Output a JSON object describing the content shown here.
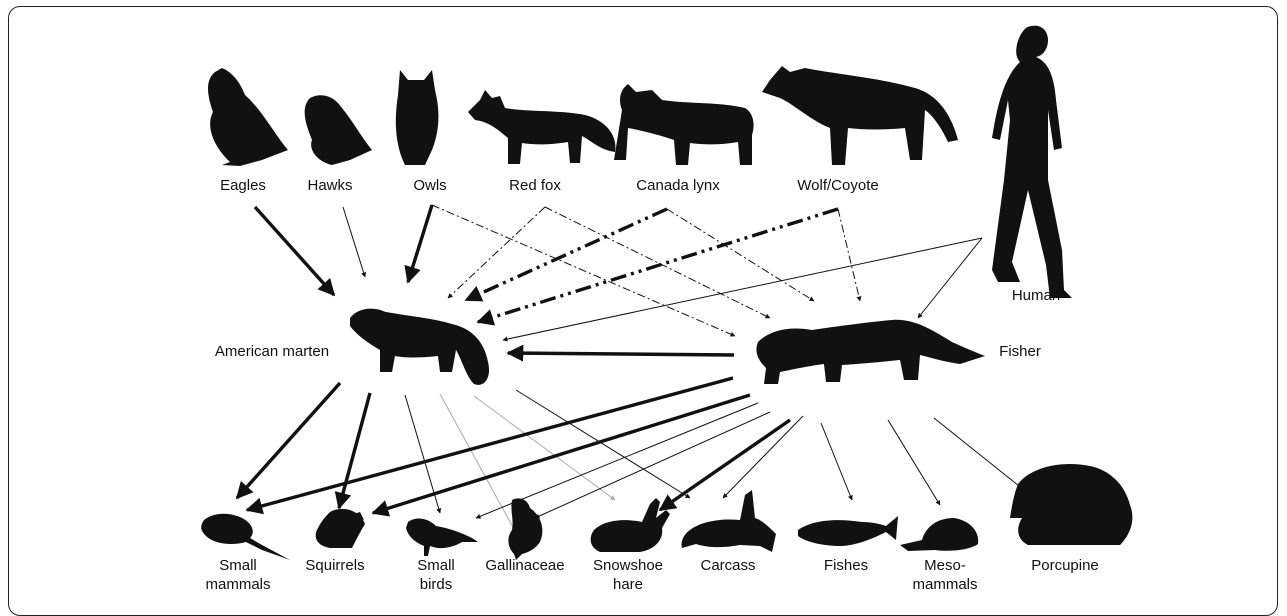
{
  "predators": [
    {
      "id": "eagles",
      "label": "Eagles",
      "icon": "eagle-icon"
    },
    {
      "id": "hawks",
      "label": "Hawks",
      "icon": "hawk-icon"
    },
    {
      "id": "owls",
      "label": "Owls",
      "icon": "owl-icon"
    },
    {
      "id": "red_fox",
      "label": "Red fox",
      "icon": "fox-icon"
    },
    {
      "id": "canada_lynx",
      "label": "Canada lynx",
      "icon": "lynx-icon"
    },
    {
      "id": "wolf_coyote",
      "label": "Wolf/Coyote",
      "icon": "wolf-icon"
    },
    {
      "id": "human",
      "label": "Human",
      "icon": "human-icon"
    }
  ],
  "mustelids": [
    {
      "id": "american_marten",
      "label": "American marten",
      "icon": "marten-icon"
    },
    {
      "id": "fisher",
      "label": "Fisher",
      "icon": "fisher-icon"
    }
  ],
  "prey": [
    {
      "id": "small_mammals",
      "label": "Small\nmammals",
      "icon": "mouse-icon"
    },
    {
      "id": "squirrels",
      "label": "Squirrels",
      "icon": "squirrel-icon"
    },
    {
      "id": "small_birds",
      "label": "Small\nbirds",
      "icon": "bird-icon"
    },
    {
      "id": "gallinaceae",
      "label": "Gallinaceae",
      "icon": "grouse-icon"
    },
    {
      "id": "snowshoe_hare",
      "label": "Snowshoe\nhare",
      "icon": "hare-icon"
    },
    {
      "id": "carcass",
      "label": "Carcass",
      "icon": "carcass-icon"
    },
    {
      "id": "fishes",
      "label": "Fishes",
      "icon": "fish-icon"
    },
    {
      "id": "meso_mammals",
      "label": "Meso-\nmammals",
      "icon": "mesomammal-icon"
    },
    {
      "id": "porcupine",
      "label": "Porcupine",
      "icon": "porcupine-icon"
    }
  ],
  "links": [
    {
      "from": "eagles",
      "to": "american_marten",
      "strength": "strong",
      "style": "solid",
      "color": "#111111"
    },
    {
      "from": "hawks",
      "to": "american_marten",
      "strength": "weak",
      "style": "solid",
      "color": "#111111"
    },
    {
      "from": "owls",
      "to": "american_marten",
      "strength": "strong",
      "style": "solid",
      "color": "#111111"
    },
    {
      "from": "owls",
      "to": "fisher",
      "strength": "weak",
      "style": "dashdot",
      "color": "#111111"
    },
    {
      "from": "red_fox",
      "to": "american_marten",
      "strength": "weak",
      "style": "dashdot",
      "color": "#111111"
    },
    {
      "from": "red_fox",
      "to": "fisher",
      "strength": "weak",
      "style": "dashdot",
      "color": "#111111"
    },
    {
      "from": "canada_lynx",
      "to": "american_marten",
      "strength": "strong",
      "style": "dashdot",
      "color": "#111111"
    },
    {
      "from": "canada_lynx",
      "to": "fisher",
      "strength": "weak",
      "style": "dashdot",
      "color": "#111111"
    },
    {
      "from": "wolf_coyote",
      "to": "american_marten",
      "strength": "strong",
      "style": "dashdot",
      "color": "#111111"
    },
    {
      "from": "wolf_coyote",
      "to": "fisher",
      "strength": "weak",
      "style": "dashdot",
      "color": "#111111"
    },
    {
      "from": "human",
      "to": "american_marten",
      "strength": "weak",
      "style": "solid",
      "color": "#111111"
    },
    {
      "from": "human",
      "to": "fisher",
      "strength": "weak",
      "style": "solid",
      "color": "#111111"
    },
    {
      "from": "fisher",
      "to": "american_marten",
      "strength": "strong",
      "style": "solid",
      "color": "#111111"
    },
    {
      "from": "american_marten",
      "to": "small_mammals",
      "strength": "strong",
      "style": "solid",
      "color": "#111111"
    },
    {
      "from": "american_marten",
      "to": "squirrels",
      "strength": "strong",
      "style": "solid",
      "color": "#111111"
    },
    {
      "from": "american_marten",
      "to": "small_birds",
      "strength": "weak",
      "style": "solid",
      "color": "#111111"
    },
    {
      "from": "american_marten",
      "to": "gallinaceae",
      "strength": "weak",
      "style": "solid",
      "color": "#aaaaaa"
    },
    {
      "from": "american_marten",
      "to": "snowshoe_hare",
      "strength": "weak",
      "style": "solid",
      "color": "#aaaaaa"
    },
    {
      "from": "american_marten",
      "to": "carcass",
      "strength": "weak",
      "style": "solid",
      "color": "#111111"
    },
    {
      "from": "fisher",
      "to": "small_mammals",
      "strength": "strong",
      "style": "solid",
      "color": "#111111"
    },
    {
      "from": "fisher",
      "to": "squirrels",
      "strength": "strong",
      "style": "solid",
      "color": "#111111"
    },
    {
      "from": "fisher",
      "to": "small_birds",
      "strength": "weak",
      "style": "solid",
      "color": "#111111"
    },
    {
      "from": "fisher",
      "to": "gallinaceae",
      "strength": "weak",
      "style": "solid",
      "color": "#111111"
    },
    {
      "from": "fisher",
      "to": "snowshoe_hare",
      "strength": "strong",
      "style": "solid",
      "color": "#111111"
    },
    {
      "from": "fisher",
      "to": "carcass",
      "strength": "weak",
      "style": "solid",
      "color": "#111111"
    },
    {
      "from": "fisher",
      "to": "fishes",
      "strength": "weak",
      "style": "solid",
      "color": "#111111"
    },
    {
      "from": "fisher",
      "to": "meso_mammals",
      "strength": "weak",
      "style": "solid",
      "color": "#111111"
    },
    {
      "from": "fisher",
      "to": "porcupine",
      "strength": "weak",
      "style": "solid",
      "color": "#111111"
    }
  ]
}
